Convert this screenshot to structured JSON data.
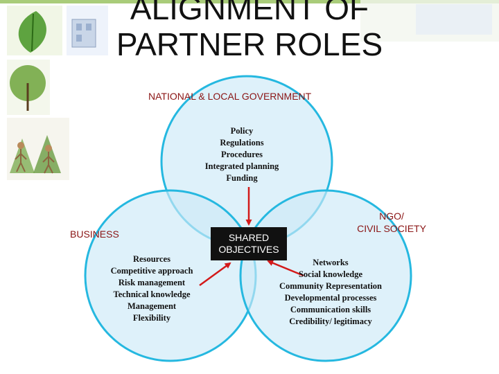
{
  "slide": {
    "title_line1": "ALIGNMENT OF",
    "title_line2": "PARTNER ROLES"
  },
  "government": {
    "label": "NATIONAL & LOCAL GOVERNMENT",
    "items": [
      "Policy",
      "Regulations",
      "Procedures",
      "Integrated planning",
      "Funding"
    ]
  },
  "business": {
    "label": "BUSINESS",
    "items": [
      "Resources",
      "Competitive approach",
      "Risk management",
      "Technical knowledge",
      "Management",
      "Flexibility"
    ]
  },
  "ngo": {
    "label_line1": "NGO/",
    "label_line2": "CIVIL SOCIETY",
    "items": [
      "Networks",
      "Social knowledge",
      "Community Representation",
      "Developmental processes",
      "Communication skills",
      "Credibility/ legitimacy"
    ]
  },
  "shared": {
    "line1": "SHARED",
    "line2": "OBJECTIVES"
  },
  "colors": {
    "circle_fill": "#cdeaf7",
    "circle_stroke": "#25b8e0",
    "label_color": "#8a1414",
    "arrow_color": "#d31a1a"
  },
  "icons": [
    "leaf-icon",
    "tree-icon",
    "building-icon",
    "people-icon"
  ]
}
